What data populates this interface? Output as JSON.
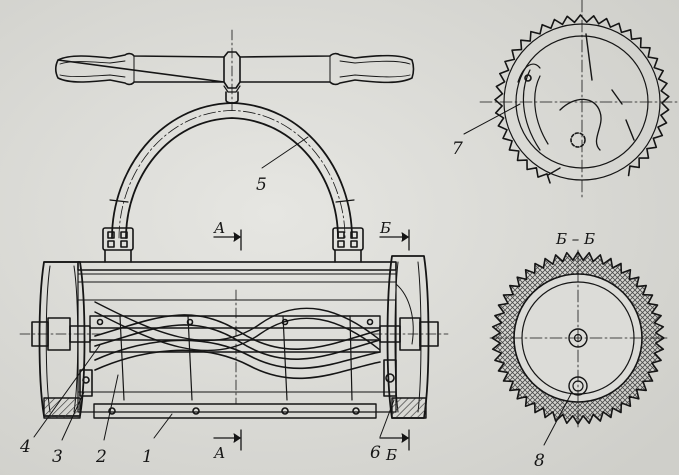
{
  "figure": {
    "labels": {
      "l1": "1",
      "l2": "2",
      "l3": "3",
      "l4": "4",
      "l5": "5",
      "l6": "6",
      "l7": "7",
      "l8": "8"
    },
    "section_marks": {
      "a_top": "А",
      "a_bottom": "А",
      "b_top": "Б",
      "b_bottom": "Б",
      "b_title": "Б – Б"
    }
  },
  "colors": {
    "ink": "#151515",
    "paper": "#dcdcd8",
    "hatch": "#3a3a3a"
  }
}
